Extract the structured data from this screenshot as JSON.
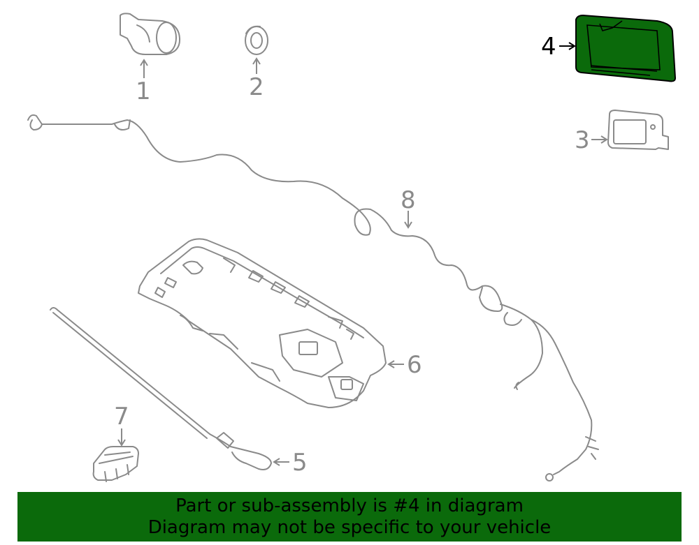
{
  "callouts": {
    "c1": "1",
    "c2": "2",
    "c3": "3",
    "c4": "4",
    "c5": "5",
    "c6": "6",
    "c7": "7",
    "c8": "8"
  },
  "highlight_part": "4",
  "colors": {
    "highlight_fill": "#0b6a0b",
    "banner_bg": "#0b6a0b",
    "line": "#8a8a8a"
  },
  "banner": {
    "line1": "Part or sub-assembly is #4 in diagram",
    "line2": "Diagram may not be specific to your vehicle"
  }
}
